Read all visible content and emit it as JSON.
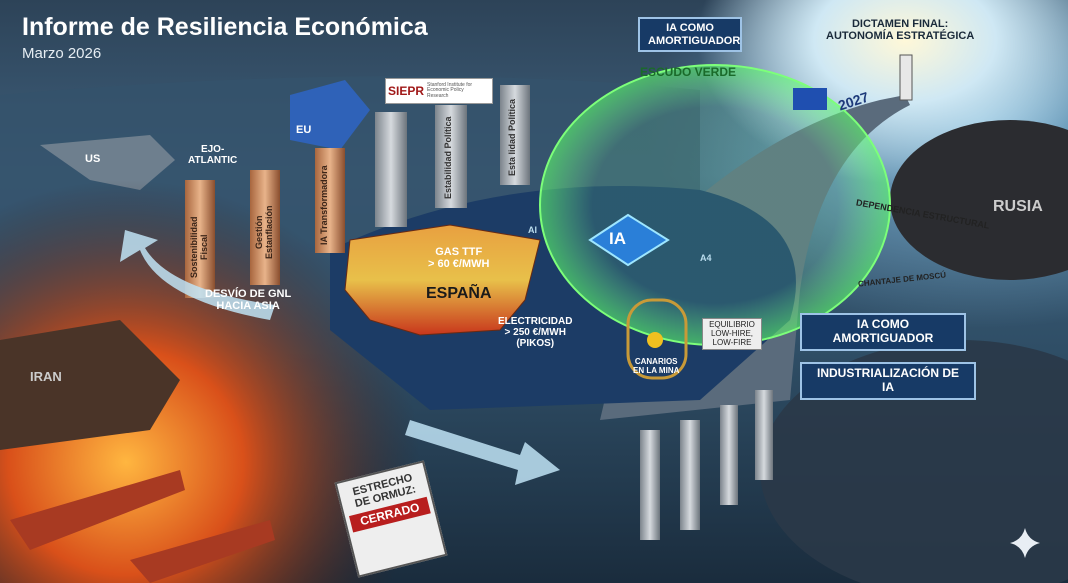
{
  "header": {
    "title": "Informe de Resiliencia Económica",
    "subtitle": "Marzo 2026"
  },
  "map": {
    "us": "US",
    "eu": "EU",
    "axis": "EJO-\nATLANTIC"
  },
  "pillars": [
    {
      "label": "Sostenibilidad Fiscal"
    },
    {
      "label": "Gestión Estanflación"
    },
    {
      "label": "IA Transformadora"
    },
    {
      "label": "Estabilidad Política"
    },
    {
      "label": "Esta   lidad Política"
    }
  ],
  "logo": {
    "mark": "SIEPR",
    "text": "Stanford Institute for Economic Policy Research"
  },
  "callouts": {
    "ia_top": "IA COMO AMORTIGUADOR",
    "escudo": "ESCUDO VERDE",
    "dictamen": "DICTAMEN FINAL:\nAUTONOMÍA ESTRATÉGICA",
    "year": "2027",
    "rusia": "RUSIA",
    "dependencia": "DEPENDENCIA ESTRUCTURAL",
    "chantaje": "CHANTAJE DE MOSCÚ",
    "ia_chip": "IA",
    "ai_small": "AI",
    "a4_small": "A4",
    "gas": "GAS TTF\n> 60 €/MWh",
    "espana": "ESPAÑA",
    "electricidad": "ELECTRICIDAD\n> 250 €/MWh\n(PIKOS)",
    "canarios": "CANARIOS\nEN LA MINA",
    "equilibrio": "EQUILIBRIO\nLOW-HIRE,\nLOW-FIRE",
    "ia_right": "IA COMO AMORTIGUADOR",
    "industrializacion": "INDUSTRIALIZACIÓN DE IA",
    "desvio": "DESVÍO DE GNL\nHACIA ASIA",
    "iran": "IRAN",
    "estrecho": "ESTRECHO\nDE ORMUZ:",
    "cerrado": "CERRADO"
  },
  "colors": {
    "accent_blue": "#173a66",
    "shield_green": "#5dff6a",
    "fire": "#e8601c",
    "chip": "#2a7fd8"
  }
}
